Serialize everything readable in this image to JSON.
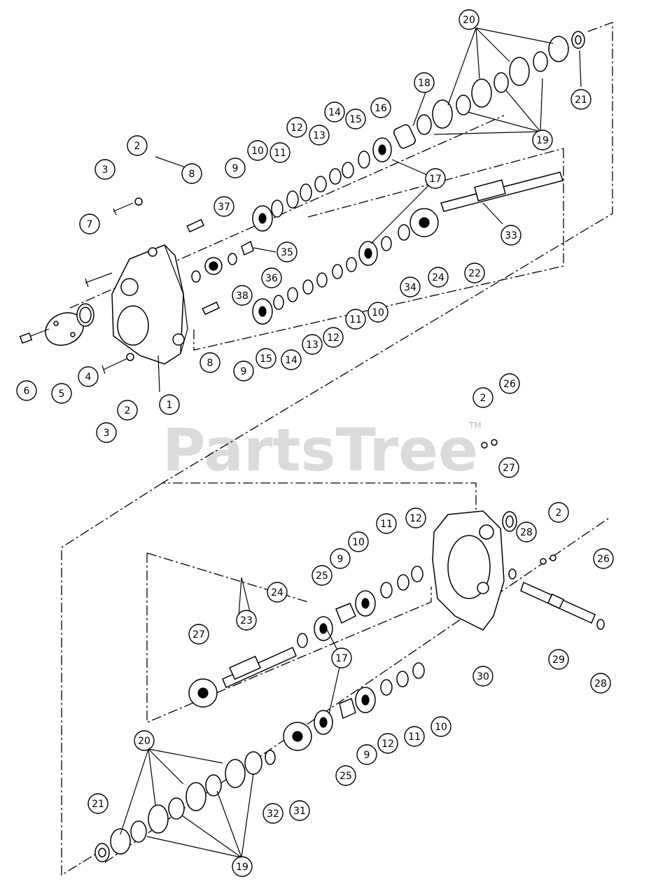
{
  "watermark": {
    "text": "PartsTree",
    "tm": "TM"
  },
  "callouts": [
    {
      "id": "c20a",
      "label": "20"
    },
    {
      "id": "c21a",
      "label": "21"
    },
    {
      "id": "c19a",
      "label": "19"
    },
    {
      "id": "c18",
      "label": "18"
    },
    {
      "id": "c16",
      "label": "16"
    },
    {
      "id": "c15a",
      "label": "15"
    },
    {
      "id": "c14a",
      "label": "14"
    },
    {
      "id": "c13a",
      "label": "13"
    },
    {
      "id": "c12a",
      "label": "12"
    },
    {
      "id": "c11a",
      "label": "11"
    },
    {
      "id": "c10a",
      "label": "10"
    },
    {
      "id": "c9a",
      "label": "9"
    },
    {
      "id": "c2a",
      "label": "2"
    },
    {
      "id": "c3a",
      "label": "3"
    },
    {
      "id": "c8a",
      "label": "8"
    },
    {
      "id": "c37",
      "label": "37"
    },
    {
      "id": "c7",
      "label": "7"
    },
    {
      "id": "c17a",
      "label": "17"
    },
    {
      "id": "c33",
      "label": "33"
    },
    {
      "id": "c35",
      "label": "35"
    },
    {
      "id": "c36",
      "label": "36"
    },
    {
      "id": "c38",
      "label": "38"
    },
    {
      "id": "c22",
      "label": "22"
    },
    {
      "id": "c24a",
      "label": "24"
    },
    {
      "id": "c34",
      "label": "34"
    },
    {
      "id": "c10b",
      "label": "10"
    },
    {
      "id": "c11b",
      "label": "11"
    },
    {
      "id": "c12b",
      "label": "12"
    },
    {
      "id": "c13b",
      "label": "13"
    },
    {
      "id": "c14b",
      "label": "14"
    },
    {
      "id": "c15b",
      "label": "15"
    },
    {
      "id": "c9b",
      "label": "9"
    },
    {
      "id": "c8b",
      "label": "8"
    },
    {
      "id": "c1",
      "label": "1"
    },
    {
      "id": "c6",
      "label": "6"
    },
    {
      "id": "c5",
      "label": "5"
    },
    {
      "id": "c4",
      "label": "4"
    },
    {
      "id": "c2b",
      "label": "2"
    },
    {
      "id": "c3b",
      "label": "3"
    },
    {
      "id": "c2c",
      "label": "2"
    },
    {
      "id": "c26a",
      "label": "26"
    },
    {
      "id": "c27a",
      "label": "27"
    },
    {
      "id": "c2d",
      "label": "2"
    },
    {
      "id": "c12c",
      "label": "12"
    },
    {
      "id": "c11c",
      "label": "11"
    },
    {
      "id": "c10c",
      "label": "10"
    },
    {
      "id": "c9c",
      "label": "9"
    },
    {
      "id": "c25a",
      "label": "25"
    },
    {
      "id": "c28a",
      "label": "28"
    },
    {
      "id": "c26b",
      "label": "26"
    },
    {
      "id": "c24b",
      "label": "24"
    },
    {
      "id": "c23",
      "label": "23"
    },
    {
      "id": "c27b",
      "label": "27"
    },
    {
      "id": "c17b",
      "label": "17"
    },
    {
      "id": "c29",
      "label": "29"
    },
    {
      "id": "c30",
      "label": "30"
    },
    {
      "id": "c28b",
      "label": "28"
    },
    {
      "id": "c10d",
      "label": "10"
    },
    {
      "id": "c11d",
      "label": "11"
    },
    {
      "id": "c12d",
      "label": "12"
    },
    {
      "id": "c9d",
      "label": "9"
    },
    {
      "id": "c25b",
      "label": "25"
    },
    {
      "id": "c20b",
      "label": "20"
    },
    {
      "id": "c21b",
      "label": "21"
    },
    {
      "id": "c32",
      "label": "32"
    },
    {
      "id": "c31",
      "label": "31"
    },
    {
      "id": "c19b",
      "label": "19"
    }
  ]
}
